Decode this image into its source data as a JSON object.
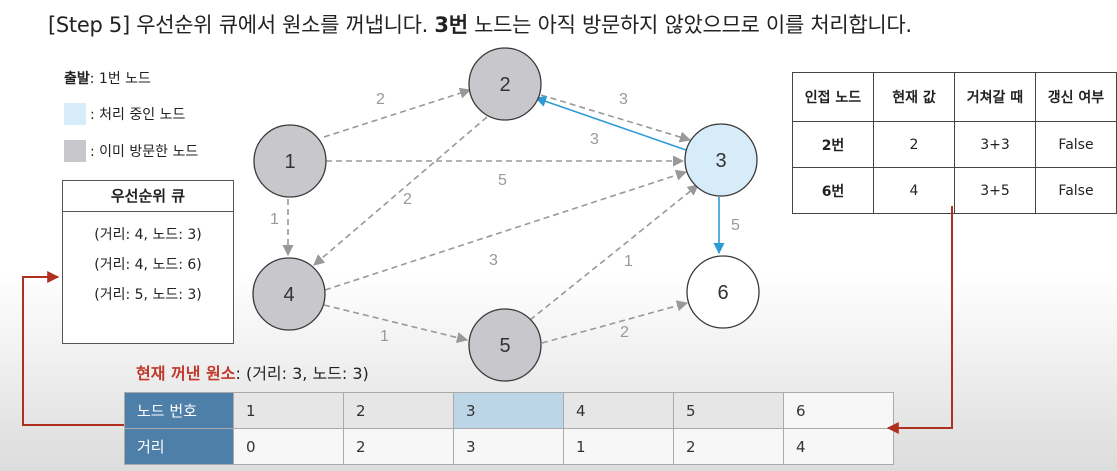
{
  "title": {
    "step": "[Step 5]",
    "text1": "우선순위 큐에서 원소를 꺼냅니다.",
    "highlight": "3번",
    "text2": "노드는 아직 방문하지 않았으므로 이를 처리합니다."
  },
  "legend": {
    "start_label": "출발",
    "start_text": ": 1번 노드",
    "processing": ": 처리 중인 노드",
    "visited": ": 이미 방문한 노드",
    "processing_color": "#d6ecf8",
    "visited_color": "#c8c8cc"
  },
  "priority_queue": {
    "title": "우선순위 큐",
    "items": [
      "(거리: 4, 노드: 3)",
      "(거리: 4, 노드: 6)",
      "(거리: 5, 노드: 3)"
    ]
  },
  "graph": {
    "nodes": [
      {
        "id": "1",
        "state": "visited"
      },
      {
        "id": "2",
        "state": "visited"
      },
      {
        "id": "3",
        "state": "processing"
      },
      {
        "id": "4",
        "state": "visited"
      },
      {
        "id": "5",
        "state": "visited"
      },
      {
        "id": "6",
        "state": "unvisited"
      }
    ],
    "edge_labels": {
      "e12": "2",
      "e13": "5",
      "e14": "1",
      "e23": "3",
      "e32": "3",
      "e24": "2",
      "e36": "5",
      "e43": "3",
      "e45": "1",
      "e53": "1",
      "e56": "2"
    },
    "active_color": "#2e9bd6",
    "dashed_color": "#999999"
  },
  "adjacency_table": {
    "headers": [
      "인접 노드",
      "현재 값",
      "거쳐갈 때",
      "갱신 여부"
    ],
    "rows": [
      [
        "2번",
        "2",
        "3+3",
        "False"
      ],
      [
        "6번",
        "4",
        "3+5",
        "False"
      ]
    ]
  },
  "current": {
    "label": "현재 꺼낸 원소",
    "value": ": (거리: 3, 노드: 3)"
  },
  "distance_table": {
    "row1_label": "노드 번호",
    "row2_label": "거리",
    "nodes": [
      "1",
      "2",
      "3",
      "4",
      "5",
      "6"
    ],
    "distances": [
      "0",
      "2",
      "3",
      "1",
      "2",
      "4"
    ]
  },
  "connector_color": "#b03020"
}
